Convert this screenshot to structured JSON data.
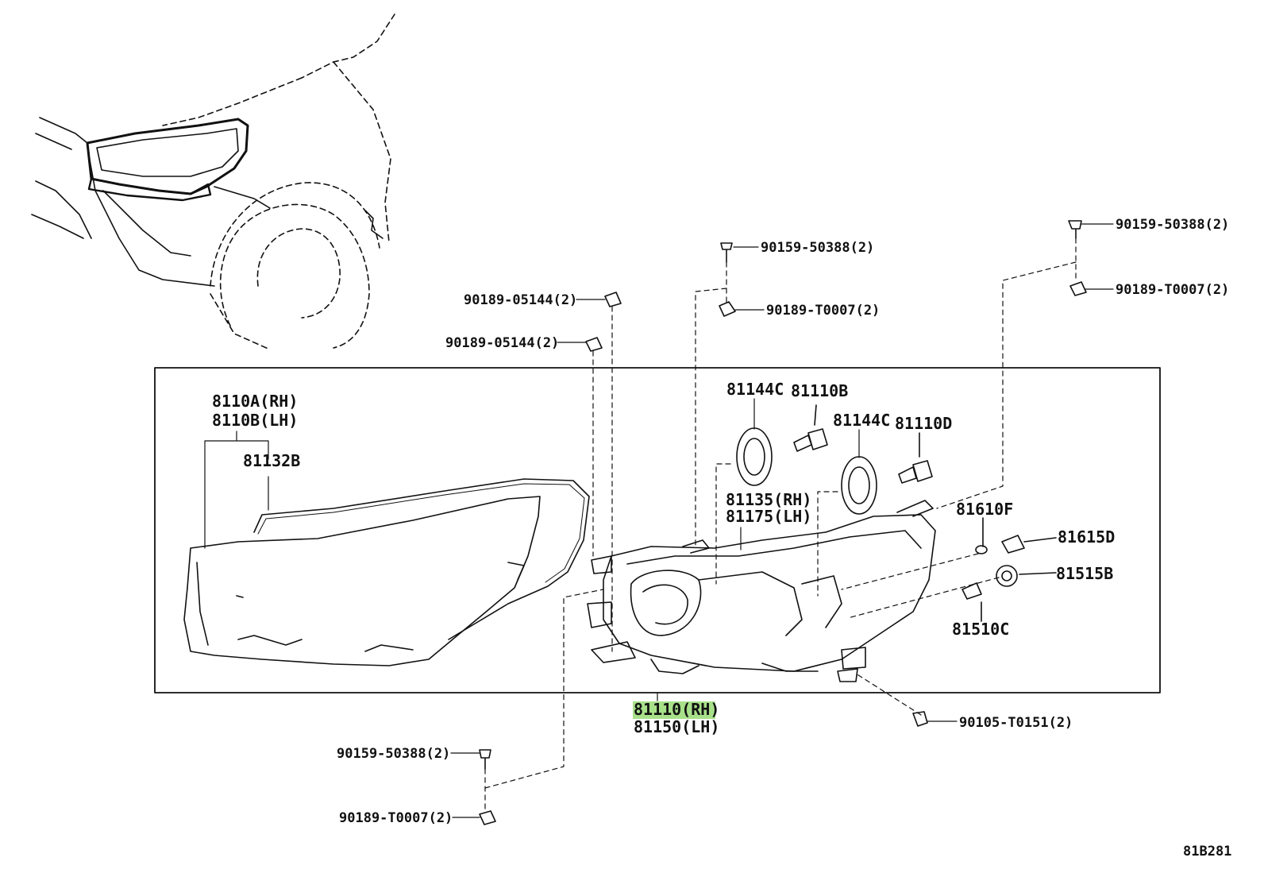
{
  "diagram": {
    "labels": {
      "p_90159_50388_top": "90159-50388(2)",
      "p_90189_t0007_top": "90189-T0007(2)",
      "p_90159_50388_right": "90159-50388(2)",
      "p_90189_t0007_right": "90189-T0007(2)",
      "p_90189_05144_a": "90189-05144(2)",
      "p_90189_05144_b": "90189-05144(2)",
      "p_8110a": "8110A(RH)",
      "p_8110b": "8110B(LH)",
      "p_81132b": "81132B",
      "p_81144c_a": "81144C",
      "p_81110b": "81110B",
      "p_81144c_b": "81144C",
      "p_81110d": "81110D",
      "p_81135": "81135(RH)",
      "p_81175": "81175(LH)",
      "p_81610f": "81610F",
      "p_81615d": "81615D",
      "p_81515b": "81515B",
      "p_81510c": "81510C",
      "p_81110": "81110(RH)",
      "p_81150": "81150(LH)",
      "p_90105_t0151": "90105-T0151(2)",
      "p_90159_50388_bottom": "90159-50388(2)",
      "p_90189_t0007_bottom": "90189-T0007(2)",
      "figure_code": "81B281"
    },
    "colors": {
      "line": "#111111",
      "highlight": "#a8e08a"
    },
    "icons": [
      "bolt-icon",
      "clip-nut-icon",
      "bulb-icon",
      "socket-icon",
      "grommet-icon"
    ]
  }
}
